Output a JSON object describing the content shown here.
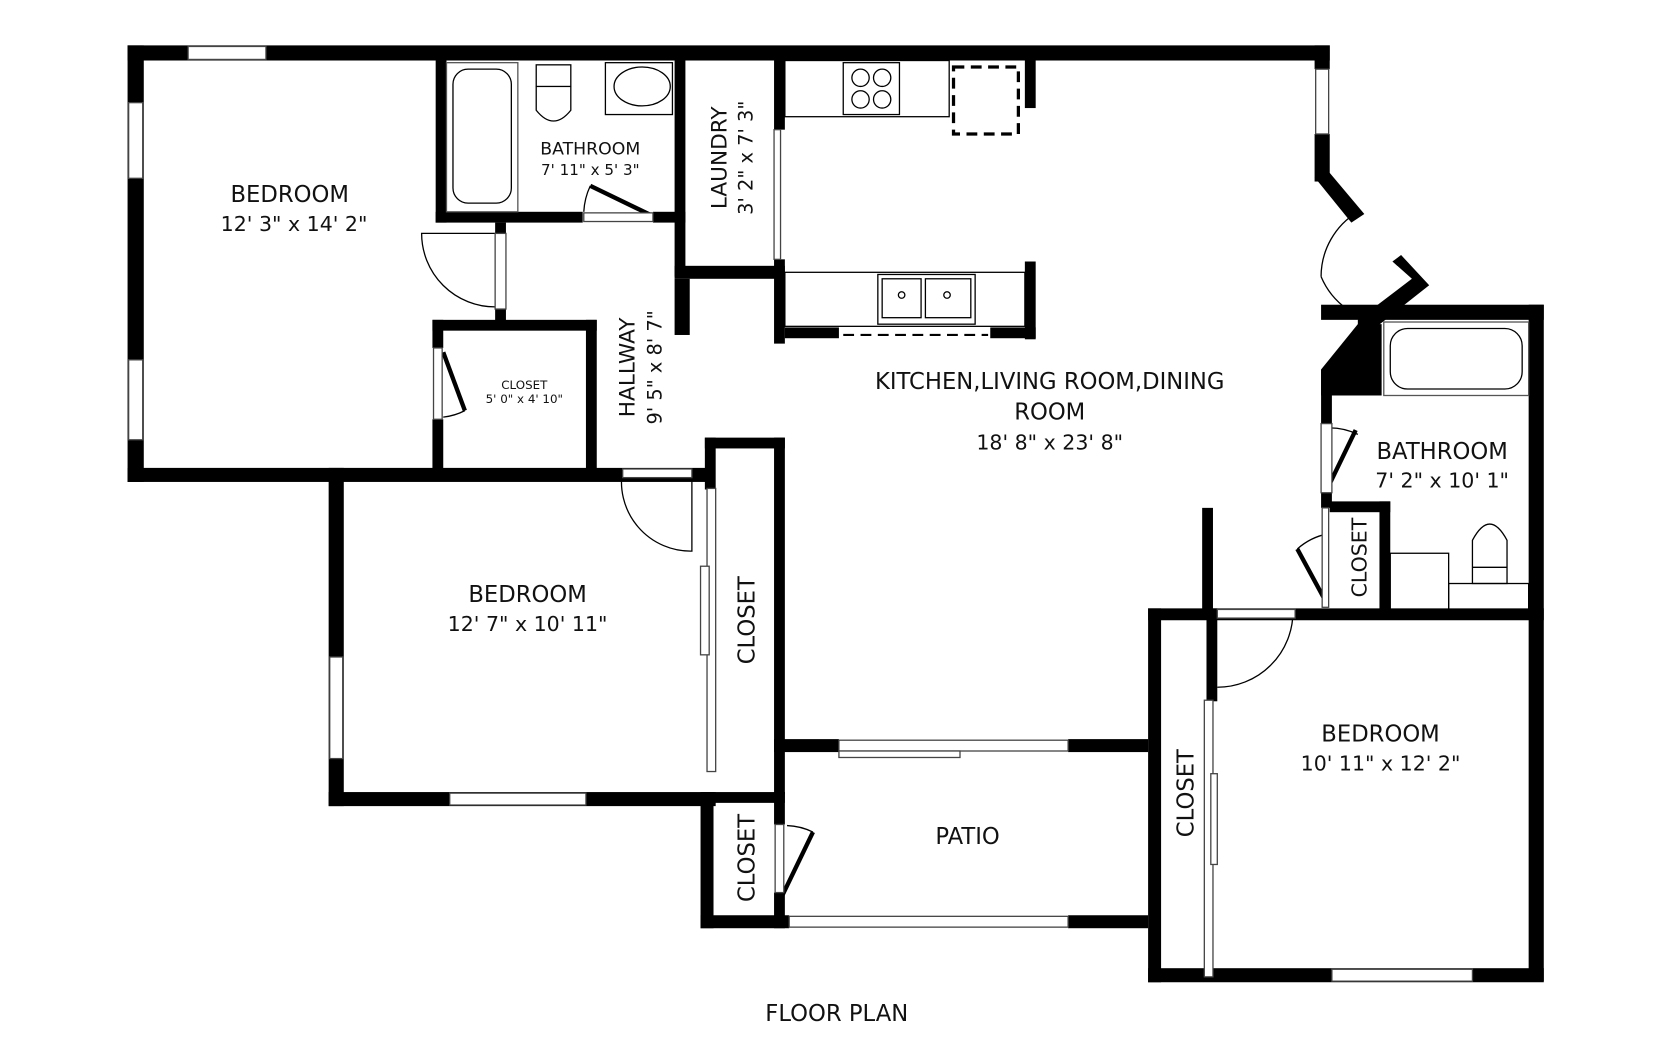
{
  "plan": {
    "title": "FLOOR PLAN",
    "colors": {
      "wall": "#000000",
      "background": "#ffffff",
      "text": "#111111"
    }
  },
  "rooms": {
    "bedroom1": {
      "name": "BEDROOM",
      "dims": "12' 3\" x 14' 2\""
    },
    "bathroom1": {
      "name": "BATHROOM",
      "dims": "7' 11\" x 5' 3\""
    },
    "laundry": {
      "name": "LAUNDRY",
      "dims": "3' 2\" x 7' 3\""
    },
    "closet_small": {
      "name": "CLOSET",
      "dims": "5' 0\" x 4' 10\""
    },
    "hallway": {
      "name": "HALLWAY",
      "dims": "9' 5\" x 8' 7\""
    },
    "main": {
      "name_line1": "KITCHEN,LIVING ROOM,DINING",
      "name_line2": "ROOM",
      "dims": "18' 8\" x 23' 8\""
    },
    "bathroom2": {
      "name": "BATHROOM",
      "dims": "7' 2\" x 10' 1\""
    },
    "closet_bath2": {
      "name": "CLOSET"
    },
    "bedroom2": {
      "name": "BEDROOM",
      "dims": "12' 7\" x 10' 11\""
    },
    "closet_bed2": {
      "name": "CLOSET"
    },
    "closet_patio": {
      "name": "CLOSET"
    },
    "patio": {
      "name": "PATIO"
    },
    "closet_bed3": {
      "name": "CLOSET"
    },
    "bedroom3": {
      "name": "BEDROOM",
      "dims": "10' 11\" x 12' 2\""
    }
  }
}
